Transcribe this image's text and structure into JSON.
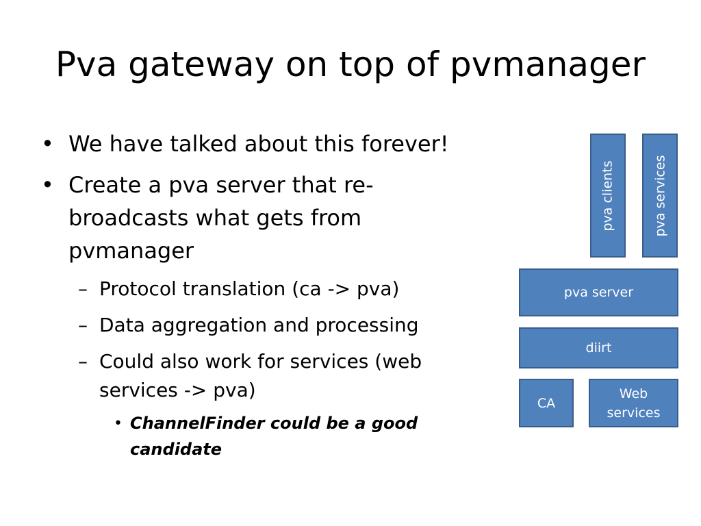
{
  "slide": {
    "title": "Pva gateway on top of pvmanager",
    "bullets": [
      {
        "level": 1,
        "marker": "•",
        "lines": [
          "We have talked about this forever!"
        ]
      },
      {
        "level": 1,
        "marker": "•",
        "lines": [
          "Create a pva server that re-",
          "broadcasts what gets from",
          "pvmanager"
        ]
      },
      {
        "level": 2,
        "marker": "–",
        "lines": [
          "Protocol translation (ca -> pva)"
        ]
      },
      {
        "level": 2,
        "marker": "–",
        "lines": [
          "Data aggregation and processing"
        ]
      },
      {
        "level": 2,
        "marker": "–",
        "lines": [
          "Could also work for services (web",
          "services -> pva)"
        ]
      },
      {
        "level": 3,
        "marker": "•",
        "lines": [
          "ChannelFinder could be a good",
          "candidate"
        ]
      }
    ]
  },
  "diagram": {
    "colors": {
      "fill": "#4f81bd",
      "border": "#385d8a",
      "text": "#ffffff"
    },
    "boxes": {
      "pva_clients": "pva clients",
      "pva_services": "pva services",
      "pva_server": "pva server",
      "diirt": "diirt",
      "ca": "CA",
      "web_services": [
        "Web",
        "services"
      ]
    }
  }
}
